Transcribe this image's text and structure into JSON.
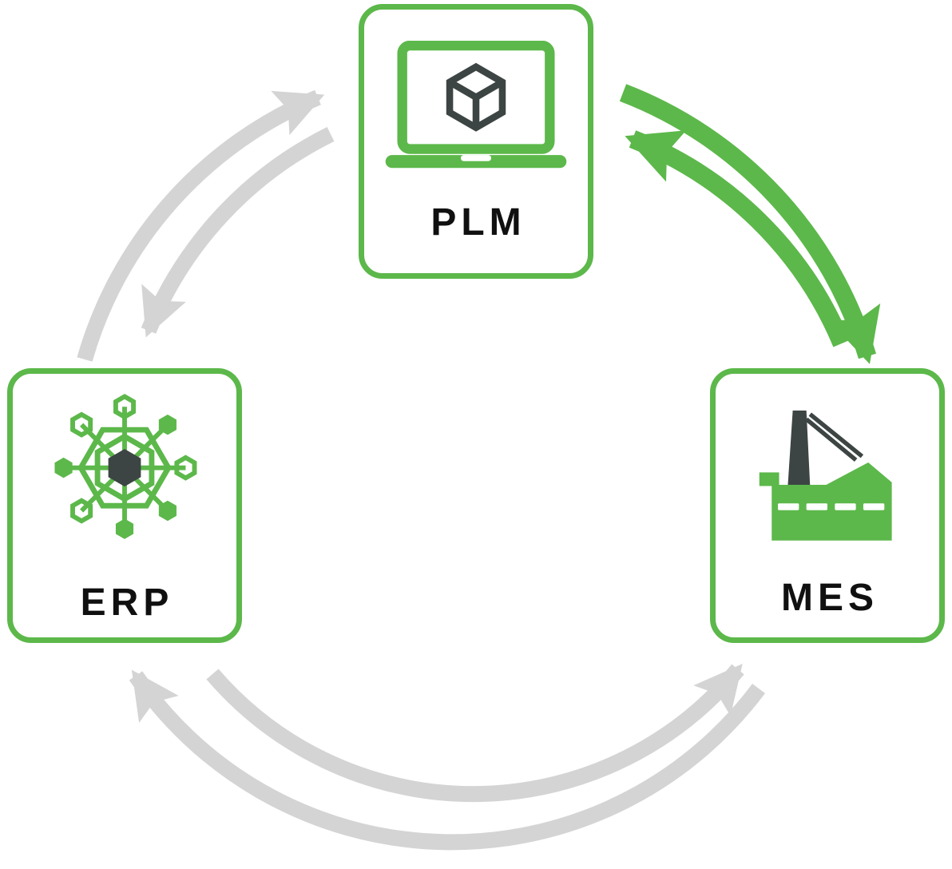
{
  "diagram": {
    "type": "cycle-diagram",
    "nodes": [
      {
        "id": "plm",
        "label": "PLM",
        "icon": "laptop-cube-icon"
      },
      {
        "id": "erp",
        "label": "ERP",
        "icon": "hexagon-network-icon"
      },
      {
        "id": "mes",
        "label": "MES",
        "icon": "factory-icon"
      }
    ],
    "connections": [
      {
        "from": "erp",
        "to": "plm",
        "color": "gray"
      },
      {
        "from": "plm",
        "to": "erp",
        "color": "gray"
      },
      {
        "from": "plm",
        "to": "mes",
        "color": "green"
      },
      {
        "from": "mes",
        "to": "plm",
        "color": "green"
      },
      {
        "from": "erp",
        "to": "mes",
        "color": "gray"
      },
      {
        "from": "mes",
        "to": "erp",
        "color": "gray"
      }
    ],
    "colors": {
      "green": "#5cb84a",
      "gray": "#d4d4d4",
      "dark": "#3c4543",
      "label": "#101010"
    }
  }
}
